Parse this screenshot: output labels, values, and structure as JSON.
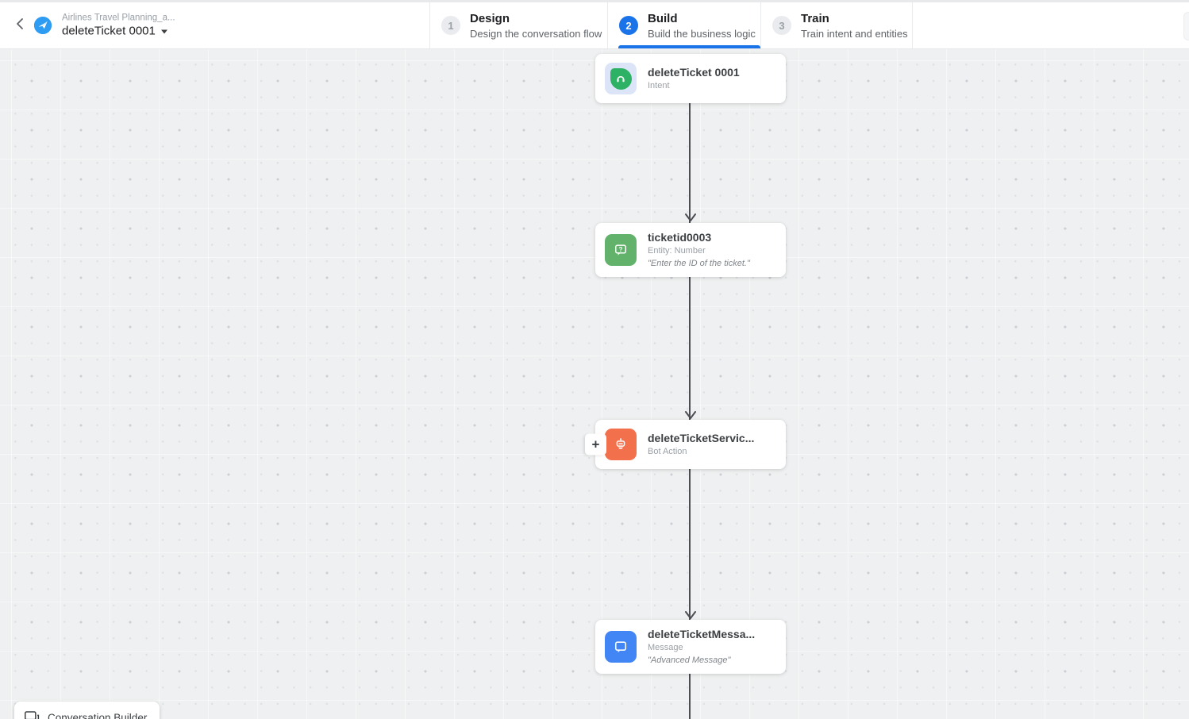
{
  "header": {
    "breadcrumb": "Airlines Travel Planning_a...",
    "title": "deleteTicket 0001",
    "accent_color": "#1a73e8",
    "steps": [
      {
        "number": "1",
        "label": "Design",
        "description": "Design the conversation flow",
        "active": false
      },
      {
        "number": "2",
        "label": "Build",
        "description": "Build the business logic",
        "active": true
      },
      {
        "number": "3",
        "label": "Train",
        "description": "Train intent and entities",
        "active": false
      }
    ]
  },
  "canvas": {
    "connector_color": "#4a4d51",
    "nodes": [
      {
        "title": "deleteTicket 0001",
        "subtitle": "Intent",
        "icon": "intent-headset-icon",
        "icon_color": "#2db265"
      },
      {
        "title": "ticketid0003",
        "subtitle": "Entity: Number",
        "icon": "entity-question-bubble-icon",
        "icon_color": "#63b26b",
        "quote": "\"Enter the ID of the ticket.\""
      },
      {
        "title": "deleteTicketServic...",
        "subtitle": "Bot Action",
        "icon": "bot-action-robot-icon",
        "icon_color": "#f3704c",
        "add_label": "+"
      },
      {
        "title": "deleteTicketMessa...",
        "subtitle": "Message",
        "icon": "message-bubble-icon",
        "icon_color": "#4285f4",
        "quote": "\"Advanced Message\""
      }
    ],
    "footer_button": {
      "label": "Conversation Builder"
    }
  }
}
